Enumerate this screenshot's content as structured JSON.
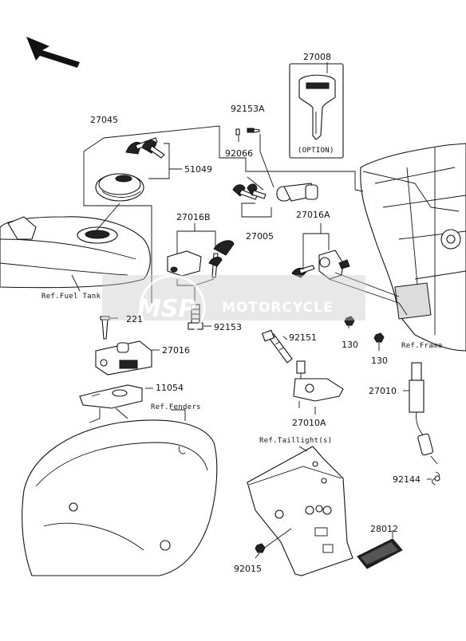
{
  "parts": [
    {
      "key": "p27008",
      "number": "27008"
    },
    {
      "key": "p92153A",
      "number": "92153A"
    },
    {
      "key": "p92066",
      "number": "92066"
    },
    {
      "key": "p27045",
      "number": "27045"
    },
    {
      "key": "p51049",
      "number": "51049"
    },
    {
      "key": "p27016B",
      "number": "27016B"
    },
    {
      "key": "p27005",
      "number": "27005"
    },
    {
      "key": "p27016A",
      "number": "27016A"
    },
    {
      "key": "p221",
      "number": "221"
    },
    {
      "key": "p92153",
      "number": "92153"
    },
    {
      "key": "p27016",
      "number": "27016"
    },
    {
      "key": "p92151",
      "number": "92151"
    },
    {
      "key": "p130a",
      "number": "130"
    },
    {
      "key": "p130b",
      "number": "130"
    },
    {
      "key": "p11054",
      "number": "11054"
    },
    {
      "key": "p27010",
      "number": "27010"
    },
    {
      "key": "p27010A",
      "number": "27010A"
    },
    {
      "key": "p92144",
      "number": "92144"
    },
    {
      "key": "p28012",
      "number": "28012"
    },
    {
      "key": "p92015",
      "number": "92015"
    }
  ],
  "references": {
    "fuel_tank": "Ref.Fuel Tank",
    "fenders": "Ref.Fenders",
    "frame": "Ref.Frame",
    "taillights": "Ref.Taillight(s)"
  },
  "option_label": "(OPTION)",
  "watermark": {
    "logo": "MSP",
    "title": "MOTORCYCLE",
    "subtitle": "SPARE PARTS"
  }
}
